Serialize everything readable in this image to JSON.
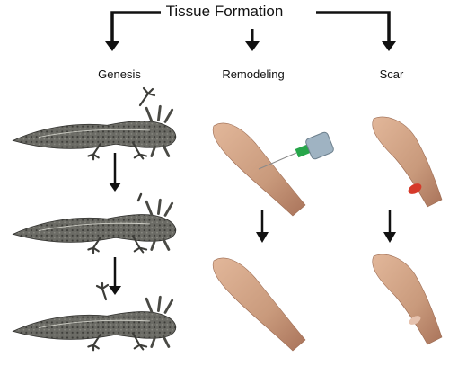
{
  "title": "Tissue Formation",
  "columns": {
    "genesis": "Genesis",
    "remodeling": "Remodeling",
    "scar": "Scar"
  },
  "colors": {
    "arrow": "#111111",
    "axolotl_body": "#6b6b65",
    "axolotl_dark": "#3c3c38",
    "skin": "#c99a7c",
    "skin_shadow": "#a9735a",
    "wound": "#d63a2a",
    "syringe_body": "#9fb3c2",
    "needle_hub": "#27a64a"
  },
  "icons": [
    "axolotl-illustration",
    "arm-illustration",
    "syringe-icon",
    "wound-mark",
    "scar-mark"
  ],
  "stages": {
    "genesis": [
      "intact",
      "limb-regrowing",
      "limb-regenerated"
    ],
    "remodeling": [
      "injection",
      "remodeled"
    ],
    "scar": [
      "wound",
      "scar"
    ]
  }
}
